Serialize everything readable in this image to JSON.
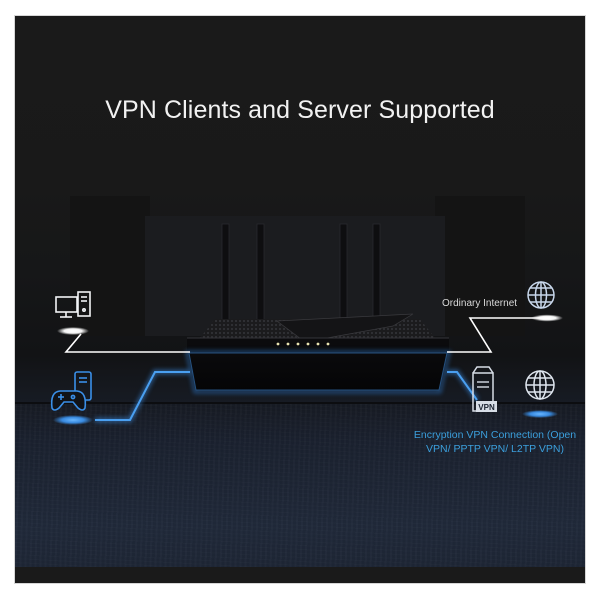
{
  "title": "VPN Clients and Server Supported",
  "labels": {
    "ordinary_internet": "Ordinary Internet",
    "encryption_vpn": "Encryption VPN Connection (Open VPN/ PPTP VPN/ L2TP VPN)"
  },
  "icons": {
    "left_top": "desktop-computer-icon",
    "left_bottom": "gamepad-server-icon",
    "right_top": "globe-icon",
    "right_bottom_server": "vpn-server-icon",
    "right_bottom_globe": "globe-icon"
  },
  "vpn_badge": "VPN",
  "router": {
    "antenna_count": 4,
    "led_count": 6
  },
  "colors": {
    "background": "#1a1a1a",
    "title": "#f2f2f2",
    "ordinary_line": "#ffffff",
    "vpn_line": "#3a8fe8",
    "vpn_text": "#3b9fdc",
    "icon_white": "#e8eef6",
    "icon_blue": "#3a8fe8"
  }
}
